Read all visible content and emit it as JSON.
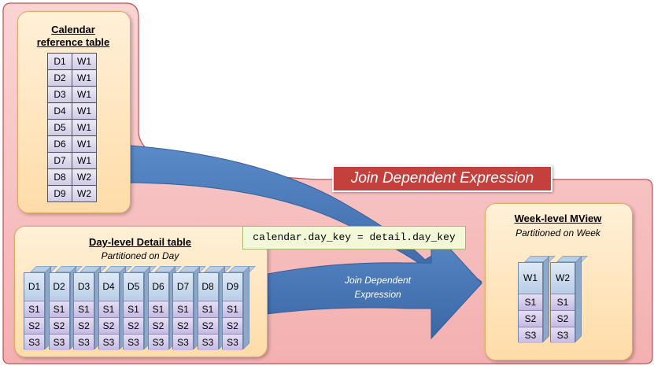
{
  "calendar": {
    "title_line1": "Calendar",
    "title_line2": "reference table",
    "rows": [
      [
        "D1",
        "W1"
      ],
      [
        "D2",
        "W1"
      ],
      [
        "D3",
        "W1"
      ],
      [
        "D4",
        "W1"
      ],
      [
        "D5",
        "W1"
      ],
      [
        "D6",
        "W1"
      ],
      [
        "D7",
        "W1"
      ],
      [
        "D8",
        "W2"
      ],
      [
        "D9",
        "W2"
      ]
    ]
  },
  "detail": {
    "title": "Day-level Detail table",
    "subtitle": "Partitioned on Day",
    "columns": [
      "D1",
      "D2",
      "D3",
      "D4",
      "D5",
      "D6",
      "D7",
      "D8",
      "D9"
    ],
    "segments": [
      "S1",
      "S2",
      "S3"
    ]
  },
  "mview": {
    "title": "Week-level MView",
    "subtitle": "Partitioned on Week",
    "columns": [
      "W1",
      "W2"
    ],
    "segments": [
      "S1",
      "S2",
      "S3"
    ]
  },
  "join_banner": "Join Dependent Expression",
  "join_condition": "calendar.day_key = detail.day_key",
  "arrow_label": "Join Dependent Expression",
  "colors": {
    "region_fill": "#f7c0c0",
    "region_stroke": "#c05050",
    "arrow": "#4a7ab8",
    "banner": "#c4403c"
  }
}
